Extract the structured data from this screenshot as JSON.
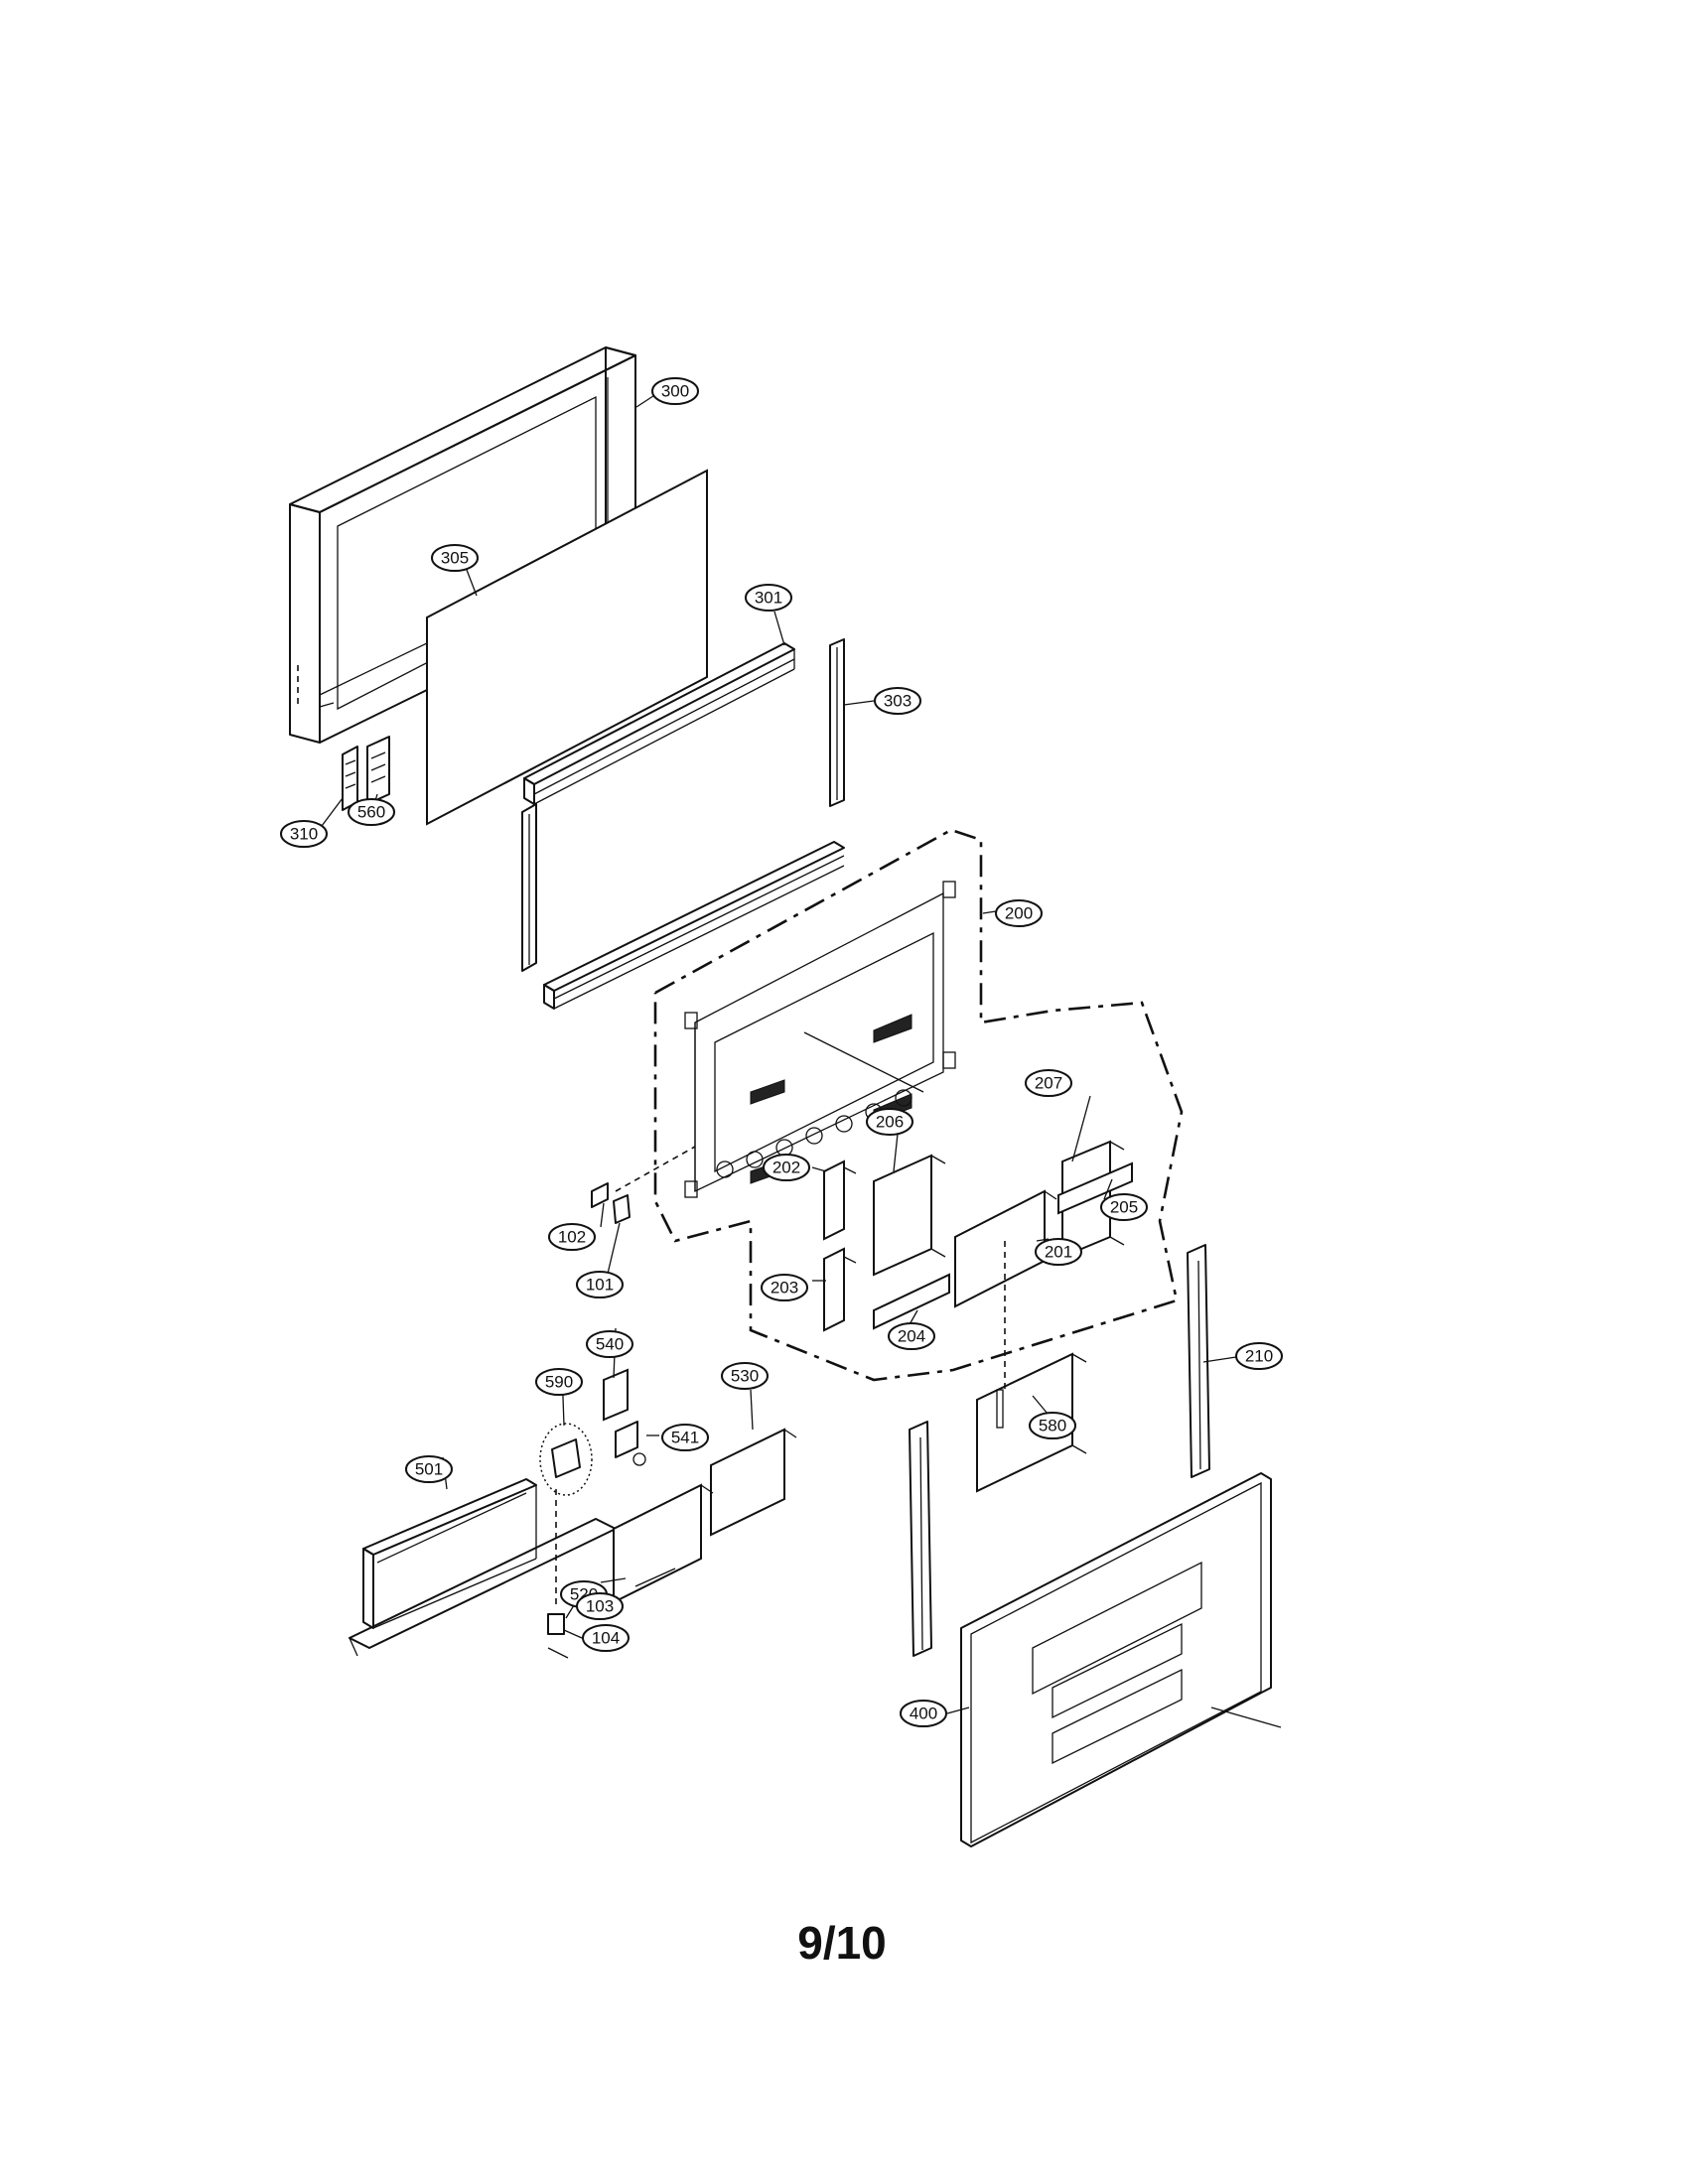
{
  "page_number": "9/10",
  "callouts": [
    {
      "id": "300",
      "label": "300"
    },
    {
      "id": "305",
      "label": "305"
    },
    {
      "id": "301",
      "label": "301"
    },
    {
      "id": "303",
      "label": "303"
    },
    {
      "id": "310",
      "label": "310"
    },
    {
      "id": "560",
      "label": "560"
    },
    {
      "id": "200",
      "label": "200"
    },
    {
      "id": "207",
      "label": "207"
    },
    {
      "id": "206",
      "label": "206"
    },
    {
      "id": "202",
      "label": "202"
    },
    {
      "id": "205",
      "label": "205"
    },
    {
      "id": "201",
      "label": "201"
    },
    {
      "id": "203",
      "label": "203"
    },
    {
      "id": "204",
      "label": "204"
    },
    {
      "id": "102",
      "label": "102"
    },
    {
      "id": "101",
      "label": "101"
    },
    {
      "id": "540",
      "label": "540"
    },
    {
      "id": "590",
      "label": "590"
    },
    {
      "id": "541",
      "label": "541"
    },
    {
      "id": "530",
      "label": "530"
    },
    {
      "id": "501",
      "label": "501"
    },
    {
      "id": "520",
      "label": "520"
    },
    {
      "id": "103",
      "label": "103"
    },
    {
      "id": "104",
      "label": "104"
    },
    {
      "id": "210",
      "label": "210"
    },
    {
      "id": "580",
      "label": "580"
    },
    {
      "id": "400",
      "label": "400"
    }
  ]
}
